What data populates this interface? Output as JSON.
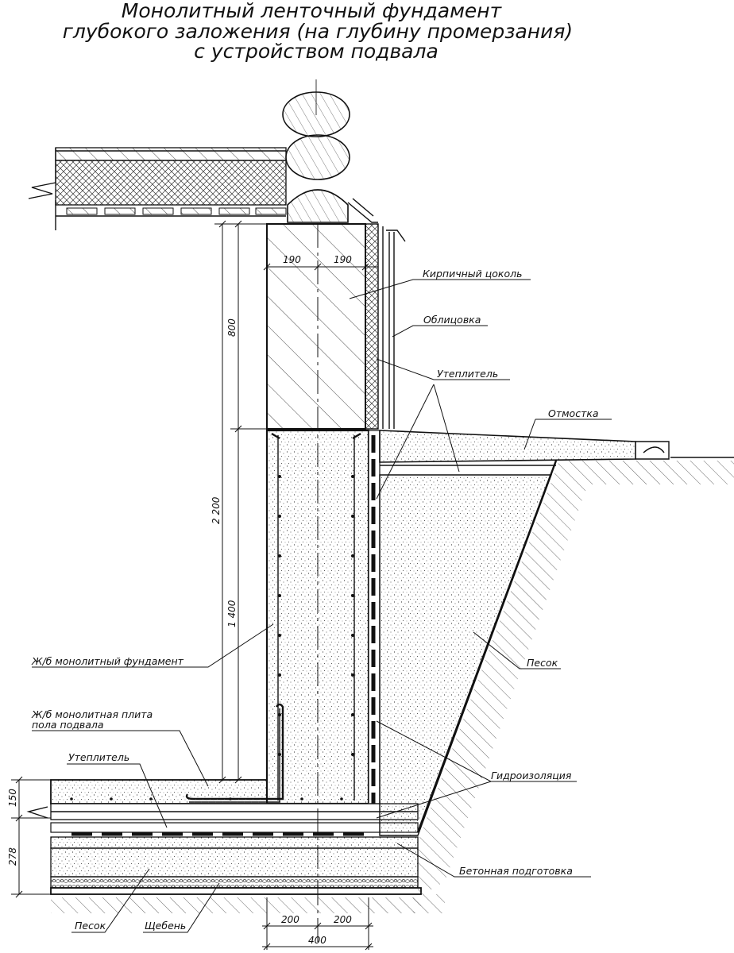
{
  "title": {
    "line1": "Монолитный ленточный фундамент",
    "line2": "глубокого заложения (на глубину промерзания)",
    "line3": "с устройством подвала"
  },
  "labels": {
    "brick_plinth": "Кирпичный цоколь",
    "cladding": "Облицовка",
    "insulation_wall": "Утеплитель",
    "blind_area": "Отмостка",
    "sand_backfill": "Песок",
    "waterproofing": "Гидроизоляция",
    "concrete_prep": "Бетонная подготовка",
    "rc_foundation": "Ж/б монолитный фундамент",
    "rc_slab_line1": "Ж/б монолитная плита",
    "rc_slab_line2": "пола подвала",
    "insulation_floor": "Утеплитель",
    "sand_base": "Песок",
    "gravel": "Щебень"
  },
  "dimensions": {
    "plinth_left": "190",
    "plinth_right": "190",
    "plinth_height": "800",
    "total_height": "2 200",
    "foundation_height": "1 400",
    "slab_thickness": "150",
    "base_thickness": "278",
    "base_left": "200",
    "base_right": "200",
    "base_total": "400"
  }
}
